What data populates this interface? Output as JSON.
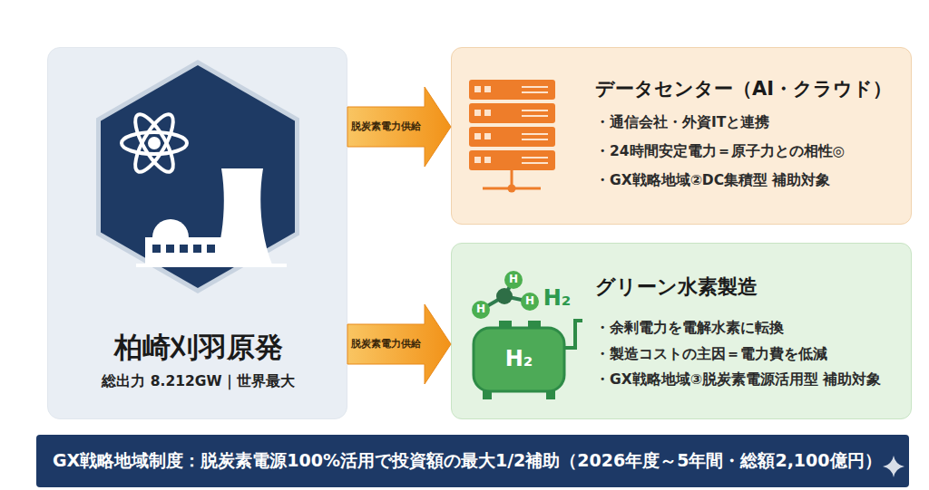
{
  "diagram": {
    "nodes": [
      {
        "text": [
          "柏崎刈羽原発",
          "総出力 8.212GW｜世界最大"
        ]
      },
      {
        "text": [
          "データセンター（AI・クラウド）",
          "・通信会社・外資ITと連携",
          "・24時間安定電力＝原子力との相性◎",
          "・GX戦略地域②DC集積型 補助対象"
        ]
      },
      {
        "text": [
          "グリーン水素製造",
          "・余剰電力を電解水素に転換",
          "・製造コストの主因＝電力費を低減",
          "・GX戦略地域③脱炭素電源活用型 補助対象"
        ]
      },
      {
        "text": [
          "GX戦略地域制度：脱炭素電源100%活用で投資額の最大1/2補助（2026年度～5年間・総額2,100億円）"
        ]
      }
    ],
    "edges": [
      {
        "from": 0,
        "to": 1,
        "arrow": "to",
        "label": "脱炭素電力供給"
      },
      {
        "from": 0,
        "to": 2,
        "arrow": "to",
        "label": "脱炭素電力供給"
      }
    ],
    "labels": [
      "H",
      "H",
      "H",
      "H₂",
      "H₂"
    ]
  }
}
